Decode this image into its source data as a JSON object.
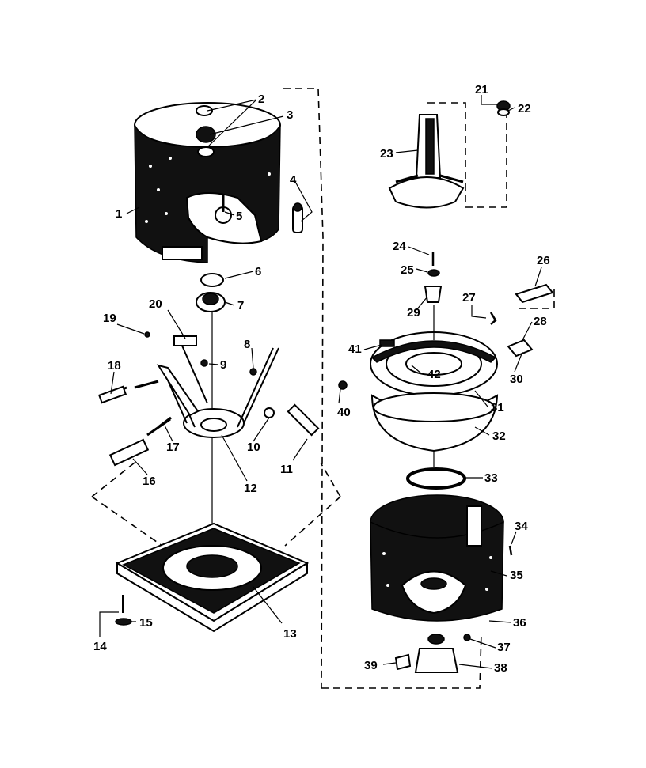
{
  "labels": {
    "p1": "1",
    "p2": "2",
    "p3": "3",
    "p4": "4",
    "p5": "5",
    "p6": "6",
    "p7": "7",
    "p8": "8",
    "p9": "9",
    "p10": "10",
    "p11": "11",
    "p12": "12",
    "p13": "13",
    "p14": "14",
    "p15": "15",
    "p16": "16",
    "p17": "17",
    "p18": "18",
    "p19": "19",
    "p20": "20",
    "p21": "21",
    "p22": "22",
    "p23": "23",
    "p24": "24",
    "p25": "25",
    "p26": "26",
    "p27": "27",
    "p28": "28",
    "p29": "29",
    "p30": "30",
    "p31": "31",
    "p32": "32",
    "p33": "33",
    "p34": "34",
    "p35": "35",
    "p36": "36",
    "p37": "37",
    "p38": "38",
    "p39": "39",
    "p40": "40",
    "p41": "41",
    "p42": "42"
  },
  "colors": {
    "ink": "#000000",
    "paper": "#ffffff"
  }
}
